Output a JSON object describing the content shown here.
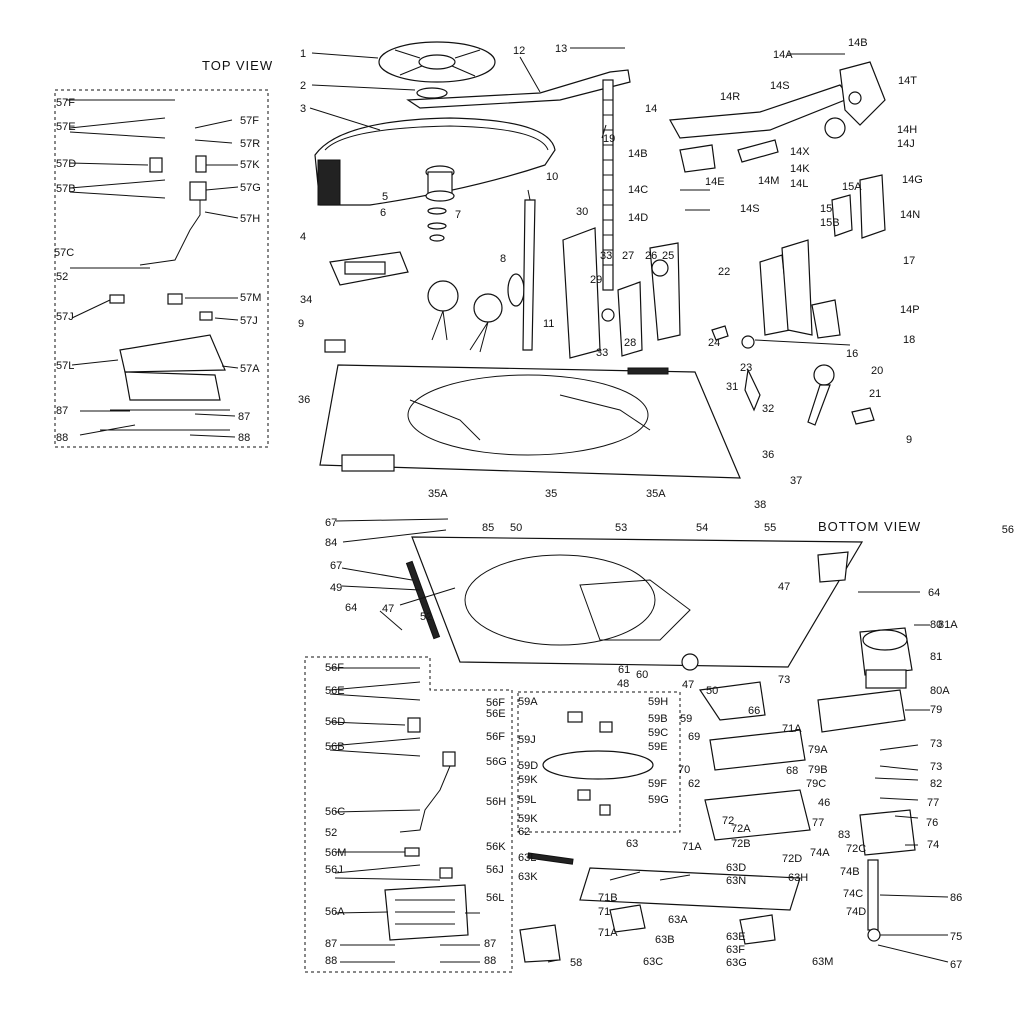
{
  "views": {
    "top_view_title": "TOP VIEW",
    "bottom_view_title": "BOTTOM VIEW"
  },
  "callouts": [
    "1",
    "2",
    "3",
    "4",
    "5",
    "6",
    "7",
    "8",
    "9",
    "9",
    "10",
    "11",
    "12",
    "13",
    "14",
    "14A",
    "14B",
    "14T",
    "14R",
    "14S",
    "14H",
    "14J",
    "14G",
    "14X",
    "14K",
    "14L",
    "15",
    "15A",
    "15B",
    "14N",
    "17",
    "14P",
    "18",
    "14B",
    "14C",
    "14D",
    "14E",
    "14M",
    "14S",
    "19",
    "16",
    "20",
    "21",
    "22",
    "23",
    "24",
    "25",
    "26",
    "27",
    "28",
    "29",
    "30",
    "31",
    "32",
    "33",
    "33",
    "34",
    "35",
    "35A",
    "35A",
    "36",
    "36",
    "37",
    "38",
    "57F",
    "57E",
    "57F",
    "57R",
    "57D",
    "57K",
    "57B",
    "57G",
    "57H",
    "57C",
    "52",
    "57M",
    "57J",
    "57J",
    "57L",
    "57A",
    "87",
    "87",
    "88",
    "88",
    "67",
    "84",
    "85",
    "50",
    "53",
    "54",
    "55",
    "56",
    "47",
    "64",
    "49",
    "67",
    "47",
    "52",
    "64",
    "81A",
    "80",
    "81",
    "80A",
    "61",
    "48",
    "60",
    "73",
    "47",
    "50",
    "66",
    "79",
    "79A",
    "73",
    "79B",
    "73",
    "79C",
    "82",
    "77",
    "76",
    "69",
    "68",
    "71A",
    "70",
    "62",
    "46",
    "77",
    "83",
    "74",
    "71A",
    "72",
    "72A",
    "72B",
    "72C",
    "72D",
    "74A",
    "74B",
    "74C",
    "74D",
    "63",
    "63D",
    "63N",
    "63H",
    "63A",
    "63B",
    "63C",
    "63E",
    "63F",
    "63G",
    "63M",
    "63L",
    "63K",
    "71B",
    "71",
    "71A",
    "86",
    "75",
    "67",
    "58",
    "62",
    "59A",
    "59H",
    "59B",
    "59C",
    "59E",
    "59J",
    "59",
    "59D",
    "59K",
    "59F",
    "59L",
    "59G",
    "59K",
    "56F",
    "56E",
    "56F",
    "56E",
    "56D",
    "56F",
    "56B",
    "56G",
    "56H",
    "56C",
    "52",
    "56K",
    "56M",
    "56J",
    "56J",
    "56A",
    "56L",
    "87",
    "87",
    "88",
    "88"
  ]
}
